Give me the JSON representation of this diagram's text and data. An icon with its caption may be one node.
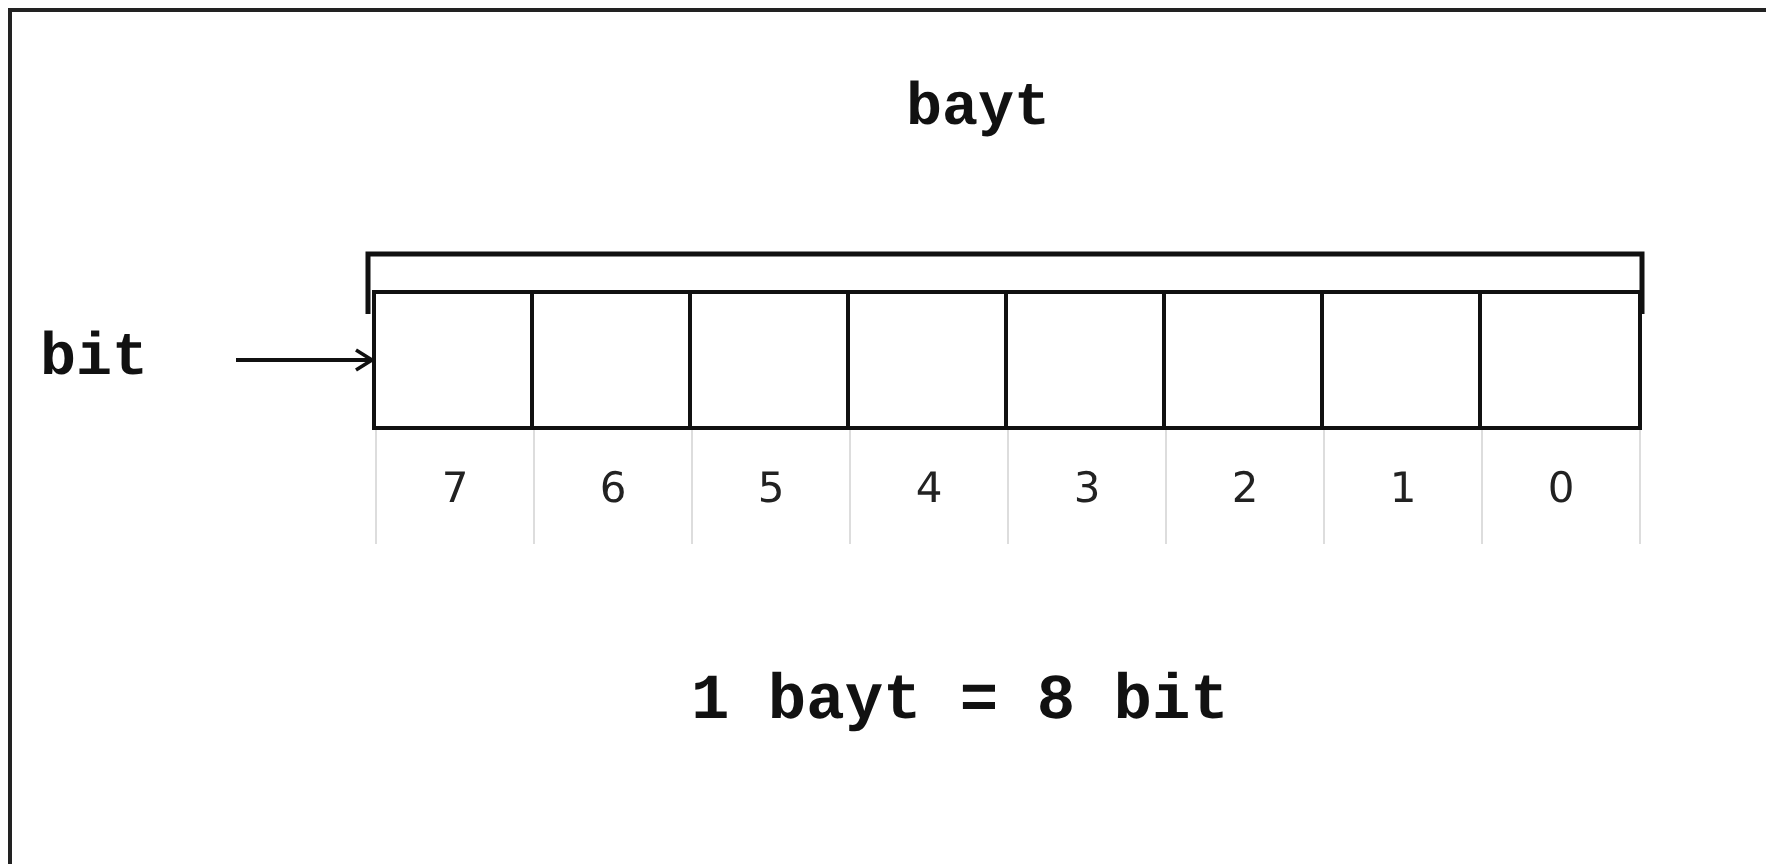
{
  "diagram": {
    "nodes": [
      {
        "text": [
          "bit"
        ]
      },
      {
        "text": [],
        "shape": "box"
      },
      {
        "text": [],
        "shape": "box"
      },
      {
        "text": [],
        "shape": "box"
      },
      {
        "text": [],
        "shape": "box"
      },
      {
        "text": [],
        "shape": "box"
      },
      {
        "text": [],
        "shape": "box"
      },
      {
        "text": [],
        "shape": "box"
      },
      {
        "text": [],
        "shape": "box"
      }
    ],
    "edges": [
      {
        "from": 0,
        "to": 1,
        "arrow": "to"
      }
    ],
    "labels": [
      "bayt",
      "7",
      "6",
      "5",
      "4",
      "3",
      "2",
      "1",
      "0",
      "1 bayt = 8 bit"
    ]
  }
}
